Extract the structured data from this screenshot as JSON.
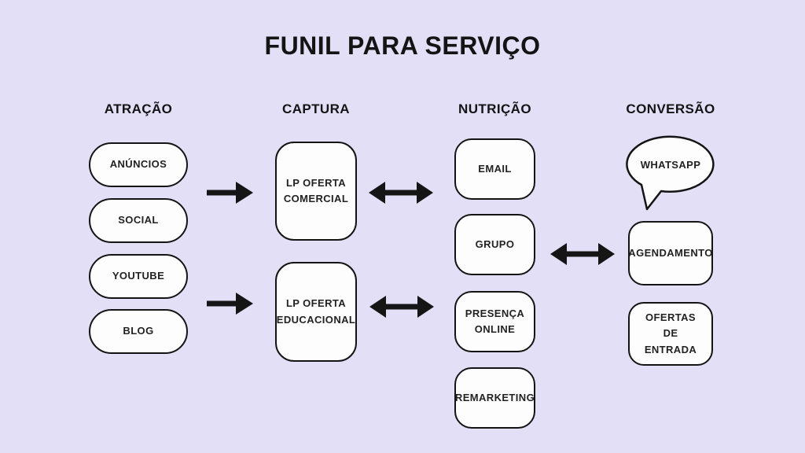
{
  "title": "FUNIL PARA SERVIÇO",
  "colors": {
    "background": "#e2dff6",
    "node_fill": "#fdfdfe",
    "stroke": "#141414",
    "text": "#222222"
  },
  "columns": [
    {
      "header": "ATRAÇÃO",
      "items": [
        {
          "label": "ANÚNCIOS",
          "shape": "pill"
        },
        {
          "label": "SOCIAL",
          "shape": "pill"
        },
        {
          "label": "YOUTUBE",
          "shape": "pill"
        },
        {
          "label": "BLOG",
          "shape": "pill"
        }
      ]
    },
    {
      "header": "CAPTURA",
      "items": [
        {
          "label": "LP OFERTA COMERCIAL",
          "shape": "rounded-rect"
        },
        {
          "label": "LP OFERTA EDUCACIONAL",
          "shape": "rounded-rect"
        }
      ]
    },
    {
      "header": "NUTRIÇÃO",
      "items": [
        {
          "label": "EMAIL",
          "shape": "rounded-rect"
        },
        {
          "label": "GRUPO",
          "shape": "rounded-rect"
        },
        {
          "label": "PRESENÇA ONLINE",
          "shape": "rounded-rect"
        },
        {
          "label": "REMARKETING",
          "shape": "rounded-rect"
        }
      ]
    },
    {
      "header": "CONVERSÃO",
      "items": [
        {
          "label": "WHATSAPP",
          "shape": "speech-bubble"
        },
        {
          "label": "AGENDAMENTO",
          "shape": "rounded-rect"
        },
        {
          "label": "OFERTAS DE ENTRADA",
          "shape": "rounded-rect"
        }
      ]
    }
  ],
  "connections": [
    {
      "from": "atracao",
      "to": "lp-oferta-comercial",
      "type": "arrow-right"
    },
    {
      "from": "atracao",
      "to": "lp-oferta-educacional",
      "type": "arrow-right"
    },
    {
      "from": "lp-oferta-comercial",
      "to": "nutricao",
      "type": "arrow-both"
    },
    {
      "from": "lp-oferta-educacional",
      "to": "nutricao",
      "type": "arrow-both"
    },
    {
      "from": "nutricao",
      "to": "conversao",
      "type": "arrow-both"
    }
  ]
}
